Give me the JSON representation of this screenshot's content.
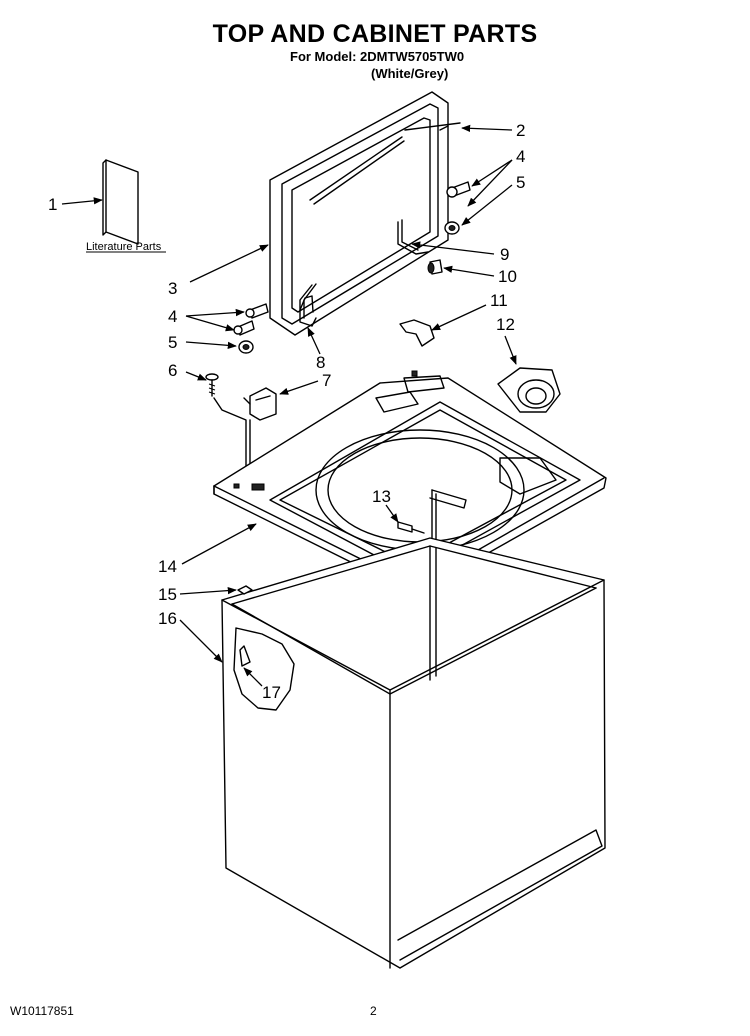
{
  "header": {
    "title": "TOP AND CABINET PARTS",
    "model_line": "For Model: 2DMTW5705TW0",
    "color_line": "(White/Grey)"
  },
  "literature_label": "Literature Parts",
  "callouts": {
    "c1": "1",
    "c2": "2",
    "c3": "3",
    "c4a": "4",
    "c4b": "4",
    "c5a": "5",
    "c5b": "5",
    "c6": "6",
    "c7": "7",
    "c8": "8",
    "c9": "9",
    "c10": "10",
    "c11": "11",
    "c12": "12",
    "c13": "13",
    "c14": "14",
    "c15": "15",
    "c16": "16",
    "c17": "17"
  },
  "footer": {
    "doc_number": "W10117851",
    "page_number": "2"
  }
}
